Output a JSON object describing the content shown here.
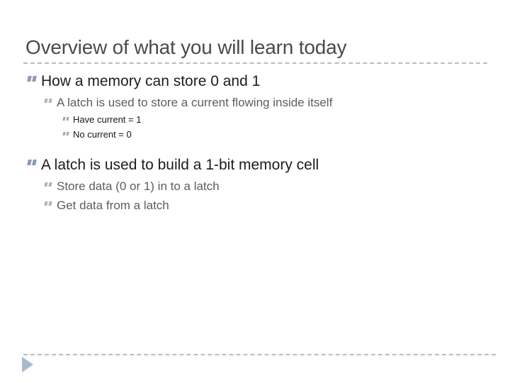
{
  "slide": {
    "title": "Overview of what you will learn today",
    "title_color": "#4a4a4f",
    "background_color": "#ffffff",
    "rule_color": "#b9bcc4",
    "bullet_marker_color": "#8b9bb4",
    "nav_arrow_color": "#a8bace",
    "nav_arrow_icon": "play-triangle-right-icon",
    "bullet_icon_name": "double-quote-bullet-icon",
    "outline": [
      {
        "level": 1,
        "text": "How a memory can store 0 and 1"
      },
      {
        "level": 2,
        "text": "A latch is used to store a current flowing inside itself"
      },
      {
        "level": 3,
        "text": "Have current = 1"
      },
      {
        "level": 3,
        "text": "No current = 0"
      },
      {
        "level": 1,
        "text": "A latch is used to build a 1-bit memory cell"
      },
      {
        "level": 2,
        "text": "Store data (0 or 1) in to a latch"
      },
      {
        "level": 2,
        "text": "Get data from a latch"
      }
    ]
  }
}
